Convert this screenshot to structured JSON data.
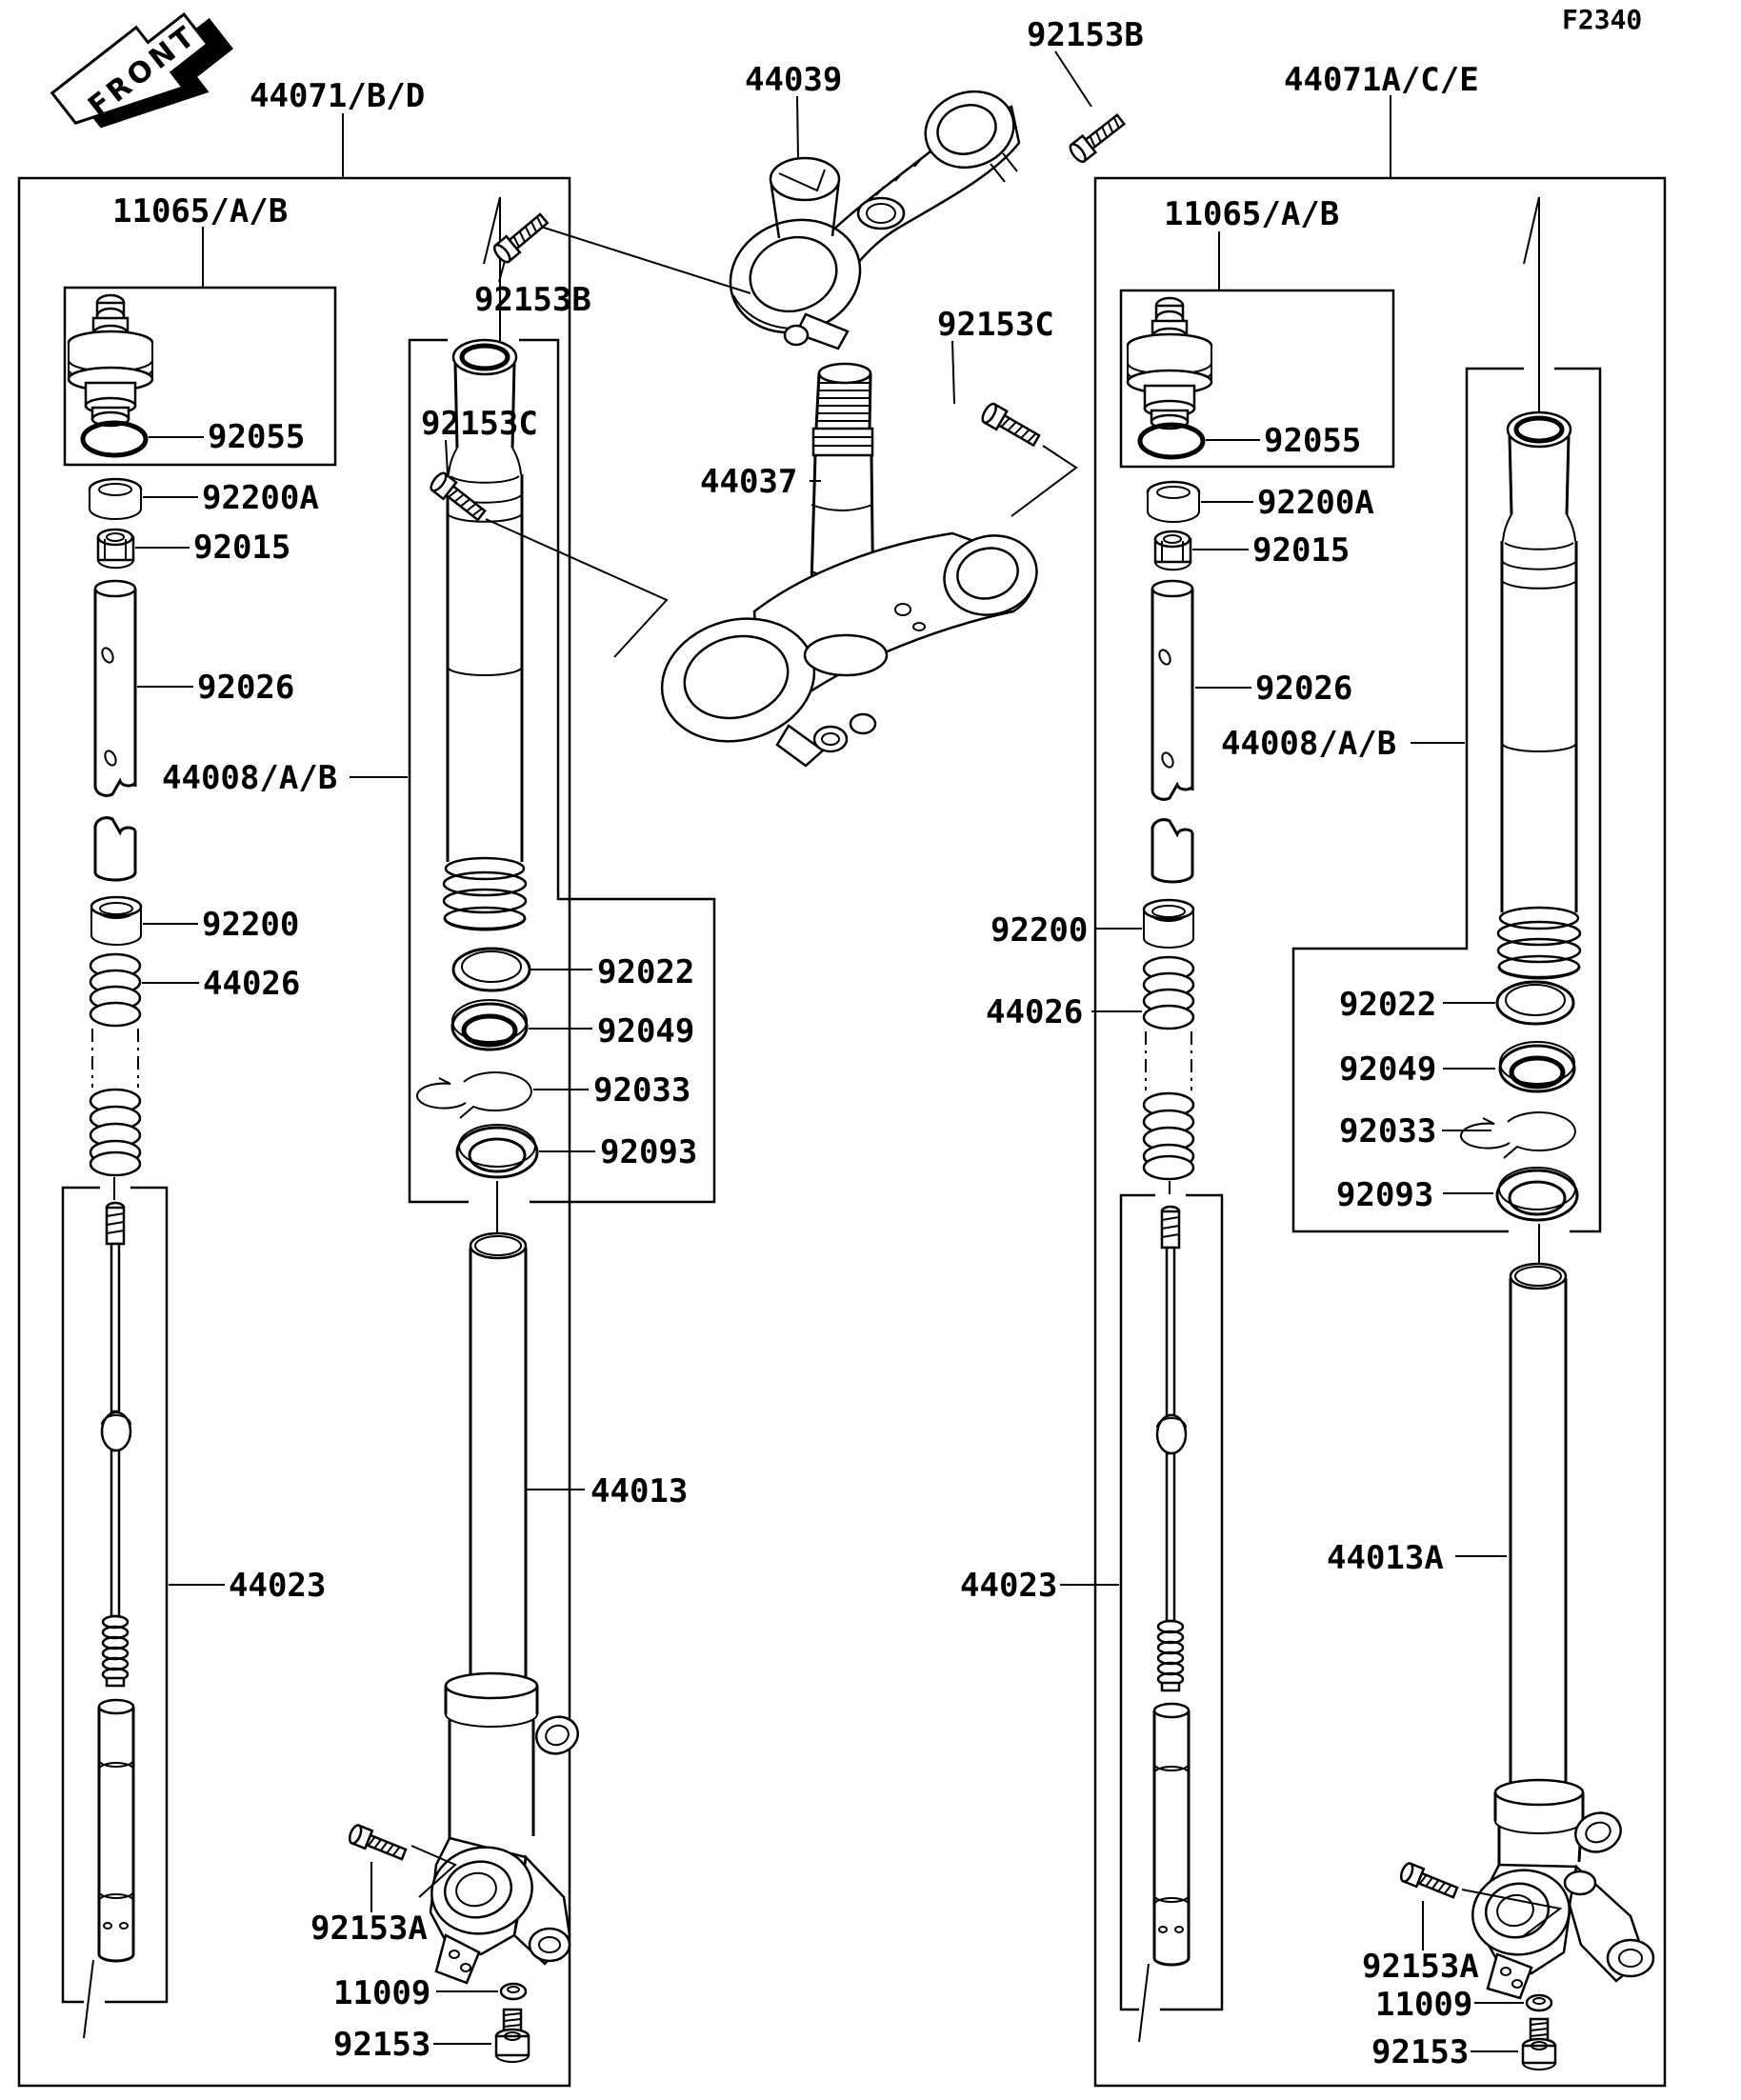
{
  "figure_code": "F2340",
  "front_marker": "FRONT",
  "left_fork": {
    "assembly": "44071/B/D",
    "cap_assembly": "11065/A/B",
    "o_ring": "92055",
    "bearing_washer": "92200A",
    "nut": "92015",
    "push_rod_tube": "92026",
    "inner_tube_assembly": "44008/A/B",
    "bushing": "92200",
    "spring": "44026",
    "seal_washer": "92022",
    "oil_seal": "92049",
    "retaining_ring": "92033",
    "dust_seal": "92093",
    "outer_tube": "44013",
    "damper_rod": "44023",
    "clamp_bolt": "92153A",
    "washer": "11009",
    "bottom_bolt": "92153"
  },
  "right_fork": {
    "assembly": "44071A/C/E",
    "cap_assembly": "11065/A/B",
    "o_ring": "92055",
    "bearing_washer": "92200A",
    "nut": "92015",
    "push_rod_tube": "92026",
    "inner_tube_assembly": "44008/A/B",
    "bushing": "92200",
    "spring": "44026",
    "seal_washer": "92022",
    "oil_seal": "92049",
    "retaining_ring": "92033",
    "dust_seal": "92093",
    "outer_tube": "44013A",
    "damper_rod": "44023",
    "clamp_bolt": "92153A",
    "washer": "11009",
    "bottom_bolt": "92153"
  },
  "steering": {
    "upper_clamp": "44039",
    "upper_clamp_bolt_top": "92153B",
    "upper_clamp_bolt": "92153B",
    "lower_clamp_bolt_top": "92153C",
    "lower_clamp_bolt": "92153C",
    "stem": "44037"
  },
  "colors": {
    "line": "#000000",
    "background": "#ffffff"
  }
}
